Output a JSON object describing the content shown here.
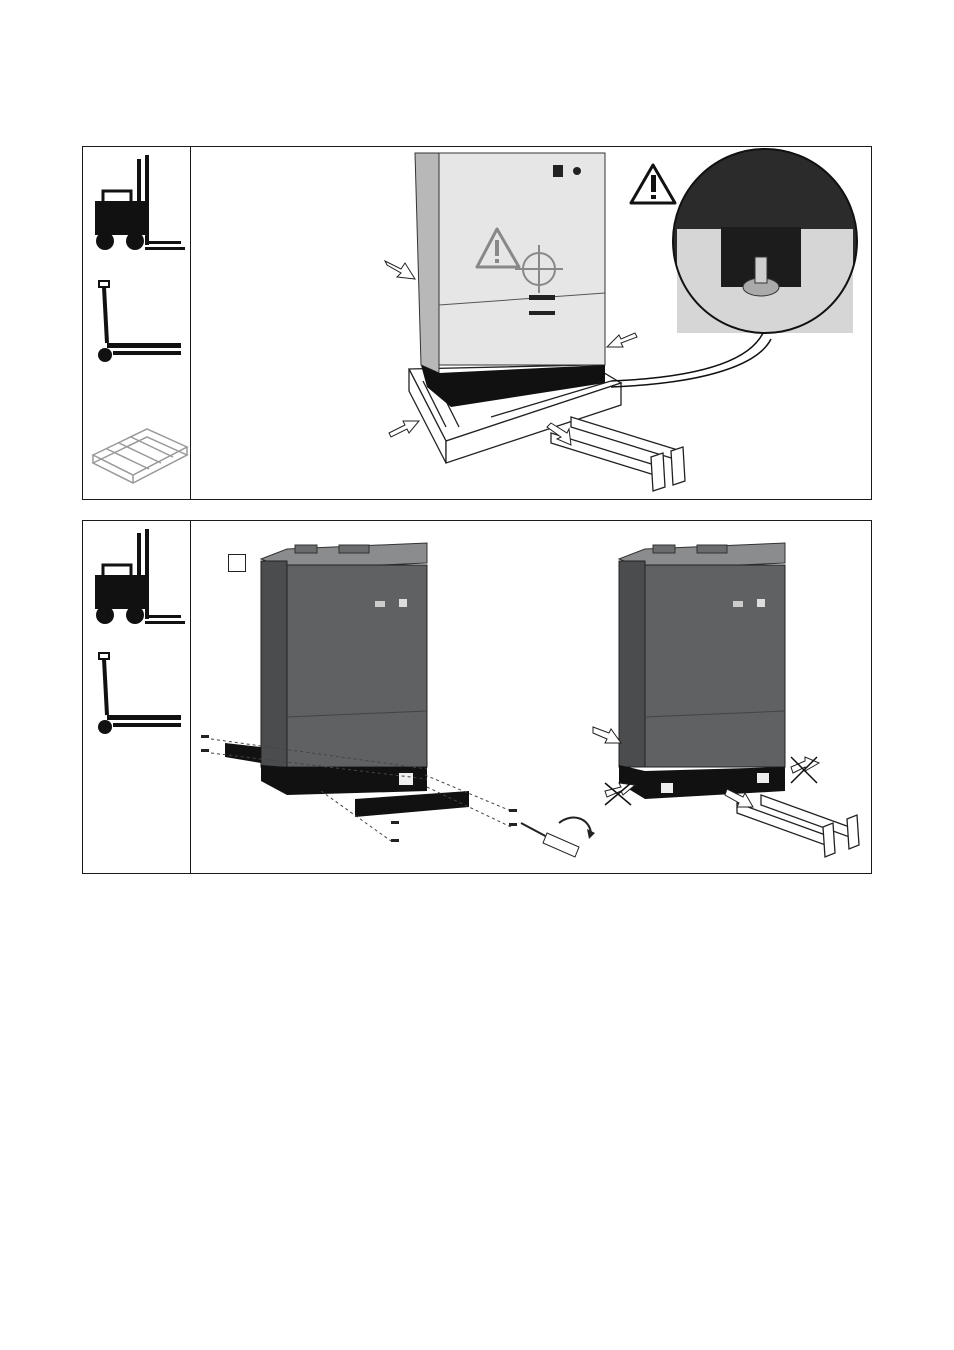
{
  "page": {
    "background": "#ffffff"
  },
  "panels": [
    {
      "id": "transport-on-pallet",
      "sidebar_icons": [
        "forklift-icon",
        "pallet-truck-icon",
        "pallet-icon"
      ],
      "figure": {
        "unit": "cabinet-on-pallet",
        "markers": [
          "warning-triangle-icon",
          "center-of-gravity-icon",
          "warning-triangle-icon"
        ],
        "detail": "fixing-bolt-magnifier",
        "arrows": 4
      }
    },
    {
      "id": "remove-base-covers",
      "sidebar_icons": [
        "forklift-icon",
        "pallet-truck-icon"
      ],
      "figure": {
        "left_unit": "cabinet-with-base-panels-removed",
        "right_unit": "cabinet-lifted-by-forks",
        "tools": [
          "screwdriver-icon",
          "screws"
        ],
        "forbidden_marks": 2
      }
    }
  ],
  "colors": {
    "border": "#1a1a1a",
    "cabinet_light": "#e6e6e6",
    "cabinet_dark": "#5a5c5e",
    "base": "#111111"
  }
}
